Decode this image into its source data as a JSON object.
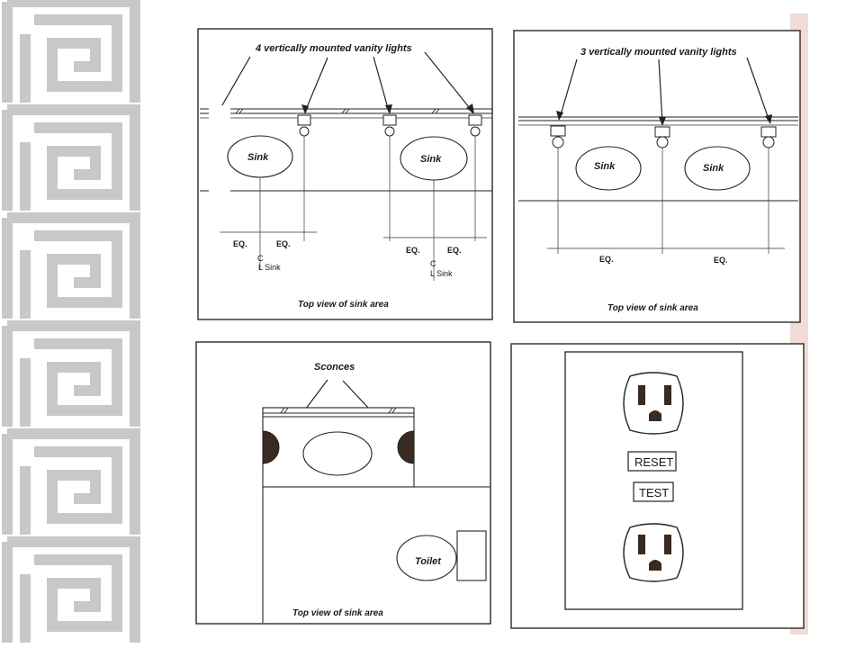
{
  "colors": {
    "border_pattern": "#c8c8c8",
    "ink": "#1a1a1a",
    "sconce_fill": "#3a2a22",
    "page_edge_tint": "#f3dcd6"
  },
  "panels": {
    "top_left": {
      "callout": "4 vertically mounted vanity lights",
      "sink_left": "Sink",
      "sink_right": "Sink",
      "eq_labels": [
        "EQ.",
        "EQ.",
        "EQ.",
        "EQ."
      ],
      "centerline_mark": "C",
      "centerline_text": "L Sink",
      "caption": "Top view of sink area"
    },
    "top_right": {
      "callout": "3 vertically mounted vanity lights",
      "sink_left": "Sink",
      "sink_right": "Sink",
      "eq_labels": [
        "EQ.",
        "EQ."
      ],
      "caption": "Top view of sink area"
    },
    "bottom_left": {
      "callout": "Sconces",
      "toilet": "Toilet",
      "caption": "Top view of sink area"
    },
    "bottom_right": {
      "reset_label": "RESET",
      "test_label": "TEST"
    }
  }
}
